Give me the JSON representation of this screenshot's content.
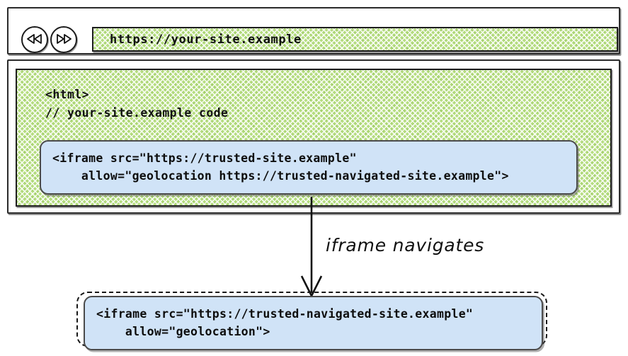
{
  "browser": {
    "nav": {
      "back_icon": "rewind-icon",
      "forward_icon": "fast-forward-icon"
    },
    "address_bar": {
      "value": "https://your-site.example",
      "placeholder": "https://your-site.example"
    }
  },
  "page_content": {
    "code_lines": [
      "<html>",
      "// your-site.example code"
    ],
    "embedded_iframe": {
      "lines": [
        "<iframe src=\"https://trusted-site.example\"",
        "    allow=\"geolocation https://trusted-navigated-site.example\">"
      ]
    }
  },
  "annotation": {
    "label": "iframe navigates",
    "arrow_icon": "down-arrow-icon"
  },
  "result": {
    "navigated_iframe": {
      "lines": [
        "<iframe src=\"https://trusted-navigated-site.example\"",
        "    allow=\"geolocation\">"
      ]
    }
  },
  "colors": {
    "panel_green": "#b5dd7f",
    "iframe_blue": "#d0e3f7",
    "outline": "#1d1d1d",
    "background": "#ffffff"
  }
}
